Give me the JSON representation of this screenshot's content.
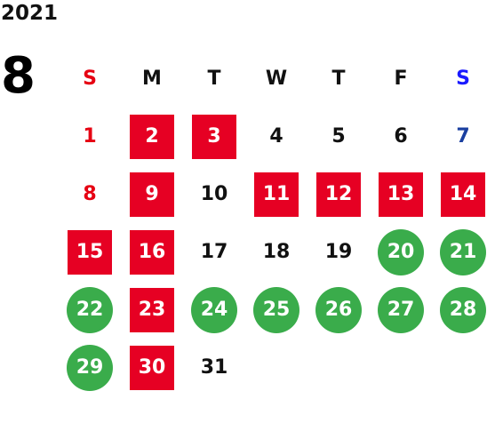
{
  "year": "2021",
  "month": "8",
  "colors": {
    "holiday_box": "#e60023",
    "open_circle": "#3aac4b",
    "sunday_text": "#e60012",
    "saturday_text": "#1a3fa0"
  },
  "weekdays": [
    "S",
    "M",
    "T",
    "W",
    "T",
    "F",
    "S"
  ],
  "weeks": [
    [
      {
        "day": "1",
        "style": "sun"
      },
      {
        "day": "2",
        "style": "box"
      },
      {
        "day": "3",
        "style": "box"
      },
      {
        "day": "4",
        "style": "plain"
      },
      {
        "day": "5",
        "style": "plain"
      },
      {
        "day": "6",
        "style": "plain"
      },
      {
        "day": "7",
        "style": "sat"
      }
    ],
    [
      {
        "day": "8",
        "style": "sun"
      },
      {
        "day": "9",
        "style": "box"
      },
      {
        "day": "10",
        "style": "plain"
      },
      {
        "day": "11",
        "style": "box"
      },
      {
        "day": "12",
        "style": "box"
      },
      {
        "day": "13",
        "style": "box"
      },
      {
        "day": "14",
        "style": "box"
      }
    ],
    [
      {
        "day": "15",
        "style": "box"
      },
      {
        "day": "16",
        "style": "box"
      },
      {
        "day": "17",
        "style": "plain"
      },
      {
        "day": "18",
        "style": "plain"
      },
      {
        "day": "19",
        "style": "plain"
      },
      {
        "day": "20",
        "style": "circle"
      },
      {
        "day": "21",
        "style": "circle"
      }
    ],
    [
      {
        "day": "22",
        "style": "circle"
      },
      {
        "day": "23",
        "style": "box"
      },
      {
        "day": "24",
        "style": "circle"
      },
      {
        "day": "25",
        "style": "circle"
      },
      {
        "day": "26",
        "style": "circle"
      },
      {
        "day": "27",
        "style": "circle"
      },
      {
        "day": "28",
        "style": "circle"
      }
    ],
    [
      {
        "day": "29",
        "style": "circle"
      },
      {
        "day": "30",
        "style": "box"
      },
      {
        "day": "31",
        "style": "plain"
      },
      {
        "day": "",
        "style": "empty"
      },
      {
        "day": "",
        "style": "empty"
      },
      {
        "day": "",
        "style": "empty"
      },
      {
        "day": "",
        "style": "empty"
      }
    ]
  ]
}
